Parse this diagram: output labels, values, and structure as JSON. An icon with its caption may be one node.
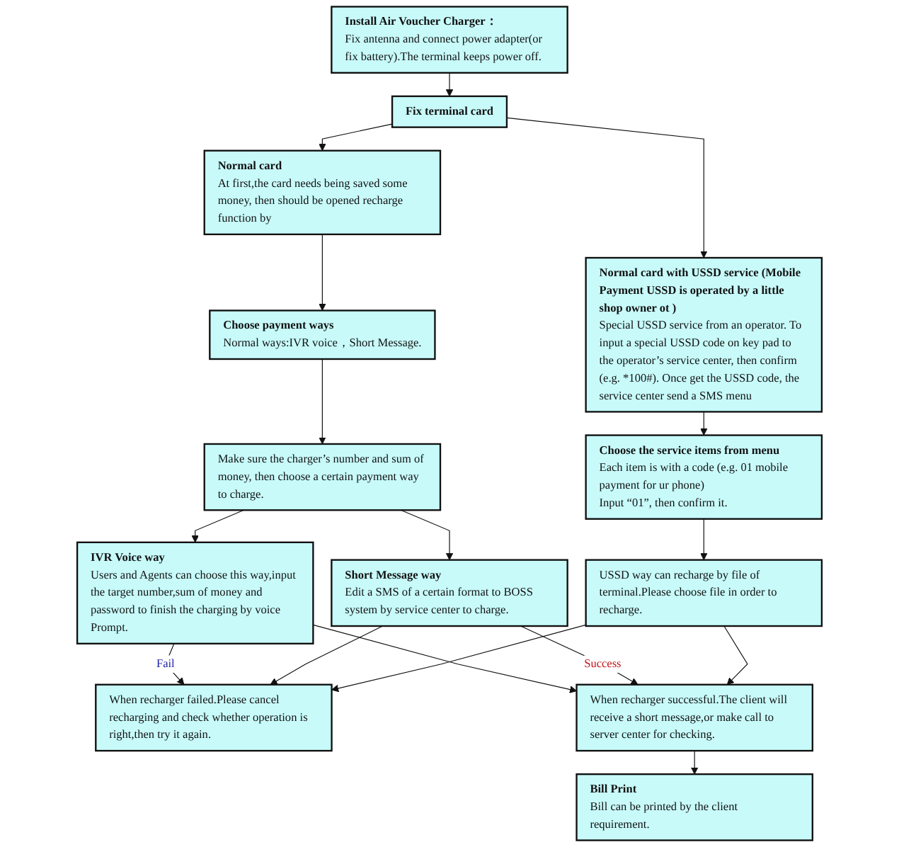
{
  "diagram": {
    "nodes": [
      {
        "text": [
          "Install Air Voucher Charger：",
          "Fix antenna and connect power adapter(or fix battery).The terminal keeps power off."
        ]
      },
      {
        "text": [
          "Fix terminal card"
        ]
      },
      {
        "text": [
          "Normal card",
          "At first,the card needs being saved some money, then should be opened recharge function by"
        ]
      },
      {
        "text": [
          "Normal card with USSD service (Mobile Payment USSD is operated by a little shop owner ot )",
          "Special USSD service from an operator. To input a special USSD code on key pad to the operator’s service center, then confirm (e.g. *100#). Once get the USSD code, the service center send a SMS menu"
        ]
      },
      {
        "text": [
          "Choose payment ways",
          "Normal ways:IVR voice，Short Message."
        ]
      },
      {
        "text": [
          "Choose the service items from menu",
          "Each item is with a code (e.g. 01 mobile payment for ur phone)",
          "Input “01”, then confirm it."
        ]
      },
      {
        "text": [
          "Make sure the charger’s number and sum of money, then choose a certain payment way to charge."
        ]
      },
      {
        "text": [
          "USSD way can recharge by file of terminal.Please choose file in order to recharge."
        ]
      },
      {
        "text": [
          "IVR Voice way",
          "Users and Agents can choose this way,input the target number,sum of money and password to finish the charging by voice Prompt."
        ]
      },
      {
        "text": [
          "Short Message way",
          "Edit a SMS of a certain format to BOSS system by service center to charge."
        ]
      },
      {
        "text": [
          "Bill Print",
          "Bill can be printed by the client requirement."
        ]
      },
      {
        "text": [
          "When recharger failed.Please cancel recharging and check whether operation is right,then try it again."
        ]
      },
      {
        "text": [
          "When recharger successful.The client will receive a short message,or make call to server center for checking."
        ]
      }
    ],
    "edges": [
      {
        "from": 0,
        "to": 1,
        "arrow": "to"
      },
      {
        "from": 1,
        "to": 2,
        "arrow": "to"
      },
      {
        "from": 1,
        "to": 3,
        "arrow": "to"
      },
      {
        "from": 2,
        "to": 4,
        "arrow": "to"
      },
      {
        "from": 4,
        "to": 6,
        "arrow": "to"
      },
      {
        "from": 3,
        "to": 5,
        "arrow": "to"
      },
      {
        "from": 5,
        "to": 7,
        "arrow": "to"
      },
      {
        "from": 6,
        "to": 8,
        "arrow": "to"
      },
      {
        "from": 6,
        "to": 9,
        "arrow": "to"
      },
      {
        "from": 8,
        "to": 11,
        "arrow": "to",
        "label": "Fail"
      },
      {
        "from": 8,
        "to": 12,
        "arrow": "to"
      },
      {
        "from": 9,
        "to": 11,
        "arrow": "to"
      },
      {
        "from": 9,
        "to": 12,
        "arrow": "to",
        "label": "Success"
      },
      {
        "from": 7,
        "to": 11,
        "arrow": "to"
      },
      {
        "from": 7,
        "to": 12,
        "arrow": "to"
      },
      {
        "from": 12,
        "to": 10,
        "arrow": "to"
      }
    ]
  }
}
